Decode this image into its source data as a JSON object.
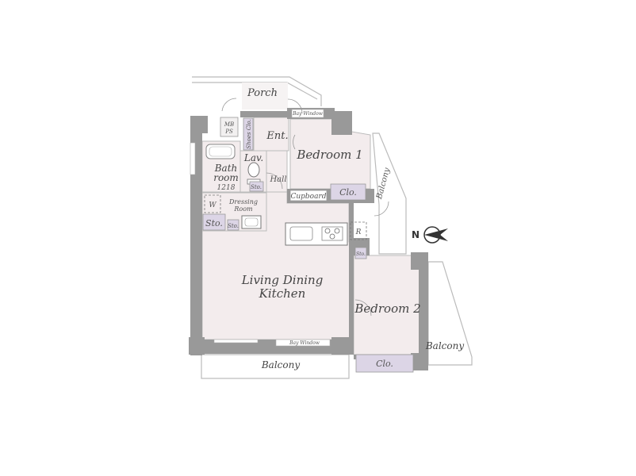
{
  "rooms": {
    "porch": "Porch",
    "entrance": "Ent.",
    "bedroom1": "Bedroom 1",
    "bedroom2": "Bedroom 2",
    "ldk_line1": "Living Dining",
    "ldk_line2": "Kitchen",
    "bath_line1": "Bath",
    "bath_line2": "room",
    "bath_size": "1218",
    "lav": "Lav.",
    "hall": "Hall",
    "dressing_line1": "Dressing",
    "dressing_line2": "Room"
  },
  "storage": {
    "shoe": "Shoes Clo.",
    "sto_lav": "Sto.",
    "sto_main": "Sto.",
    "sto_small": "Sto.",
    "sto_kitchen": "Sto.",
    "clo1": "Clo.",
    "clo2": "Clo.",
    "cupboard": "Cupboard",
    "w": "W",
    "r": "R",
    "mb_line1": "MB",
    "mb_line2": "PS"
  },
  "exterior": {
    "balcony_bottom": "Balcony",
    "balcony_right": "Balcony",
    "balcony_side": "Balcony",
    "bay_window_top": "Bay Window",
    "bay_window_bottom": "Bay Window"
  },
  "compass": {
    "north": "N"
  },
  "colors": {
    "room_fill": "#f3eced",
    "storage_fill": "#dcd5e6",
    "wall": "#999999"
  }
}
